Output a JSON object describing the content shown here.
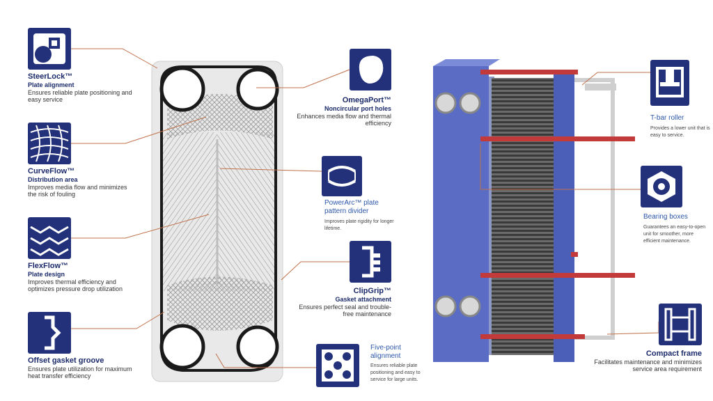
{
  "features": {
    "steerlock": {
      "title": "SteerLock™",
      "subtitle": "Plate alignment",
      "description": "Ensures reliable plate positioning and easy service",
      "icon": "steerlock-icon"
    },
    "curveflow": {
      "title": "CurveFlow™",
      "subtitle": "Distribution area",
      "description": "Improves media flow and minimizes the risk of fouling",
      "icon": "curveflow-icon"
    },
    "flexflow": {
      "title": "FlexFlow™",
      "subtitle": "Plate design",
      "description": "Improves thermal efficiency and optimizes pressure drop utilization",
      "icon": "flexflow-icon"
    },
    "offset_gasket": {
      "title": "Offset gasket groove",
      "description": "Ensures plate utilization for maximum heat transfer efficiency",
      "icon": "gasket-groove-icon"
    },
    "omegaport": {
      "title": "OmegaPort™",
      "subtitle": "Noncircular port holes",
      "description": "Enhances media flow and thermal efficiency",
      "icon": "omegaport-icon"
    },
    "powerarc": {
      "title": "PowerArc™ plate pattern divider",
      "description": "Improves plate rigidity for longer lifetime.",
      "icon": "powerarc-icon"
    },
    "clipgrip": {
      "title": "ClipGrip™",
      "subtitle": "Gasket attachment",
      "description": "Ensures perfect seal and trouble-free maintenance",
      "icon": "clipgrip-icon"
    },
    "five_point": {
      "title": "Five-point alignment",
      "description": "Ensures reliable plate positioning and easy to service for large units.",
      "icon": "five-point-alignment-icon"
    },
    "tbar_roller": {
      "title": "T-bar roller",
      "description": "Provides a lower unit that is easy to service.",
      "icon": "t-bar-roller-icon"
    },
    "bearing_boxes": {
      "title": "Bearing boxes",
      "description": "Guarantees an easy-to-open unit for smoother, more efficient maintenance.",
      "icon": "bearing-box-icon"
    },
    "compact_frame": {
      "title": "Compact frame",
      "description": "Facilitates maintenance and minimizes service area requirement",
      "icon": "compact-frame-icon"
    }
  },
  "colors": {
    "icon_bg": "#23307a",
    "leader": "#c0704a",
    "title": "#1b2a6b",
    "light_title": "#2c56a8",
    "frame": "#4b5fb8",
    "rod": "#c23a3a"
  }
}
